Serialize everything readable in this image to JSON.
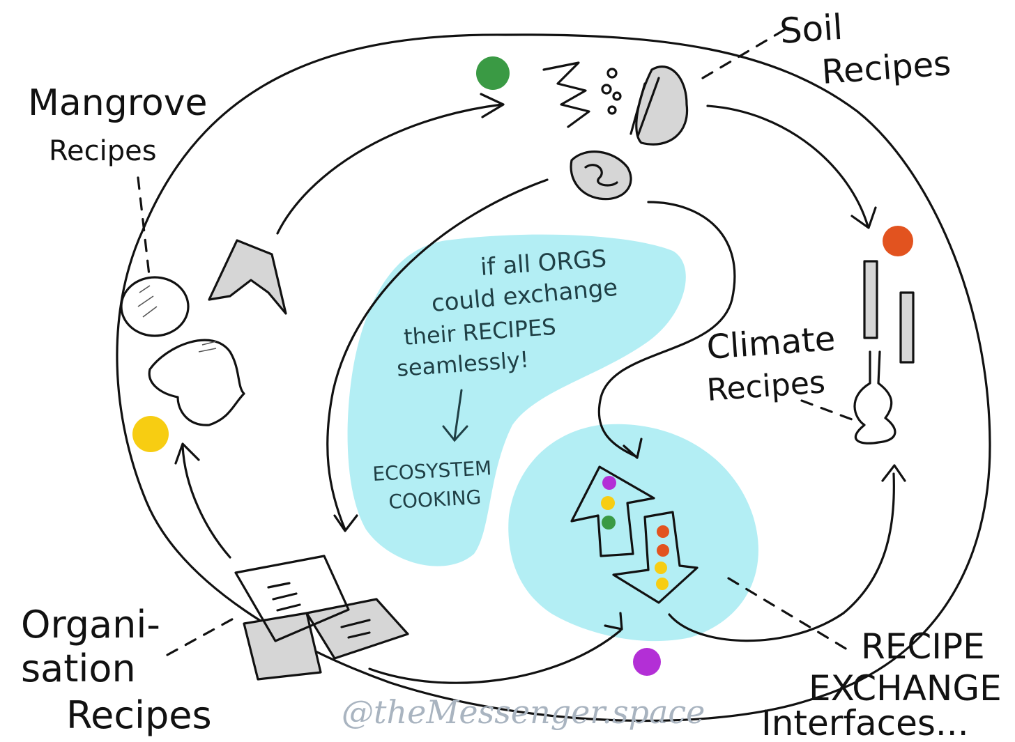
{
  "labels": {
    "soil_line1": "Soil",
    "soil_line2": "Recipes",
    "mangrove_line1": "Mangrove",
    "mangrove_line2": "Recipes",
    "climate_line1": "Climate",
    "climate_line2": "Recipes",
    "org_line1": "Organi-",
    "org_line2": "sation",
    "org_line3": "Recipes",
    "interfaces_line1": "RECIPE",
    "interfaces_line2": "EXCHANGE",
    "interfaces_line3": "Interfaces..."
  },
  "center_note": {
    "line1": "if all ORGS",
    "line2": "could exchange",
    "line3": "their RECIPES",
    "line4": "seamlessly!",
    "line5": "ECOSYSTEM",
    "line6": "COOKING"
  },
  "watermark": "@theMessenger.space",
  "colors": {
    "ink": "#111111",
    "blob": "#b3eef4",
    "green": "#3a9a44",
    "orange": "#e2531f",
    "yellow": "#f7cd12",
    "purple": "#b32fd6"
  }
}
